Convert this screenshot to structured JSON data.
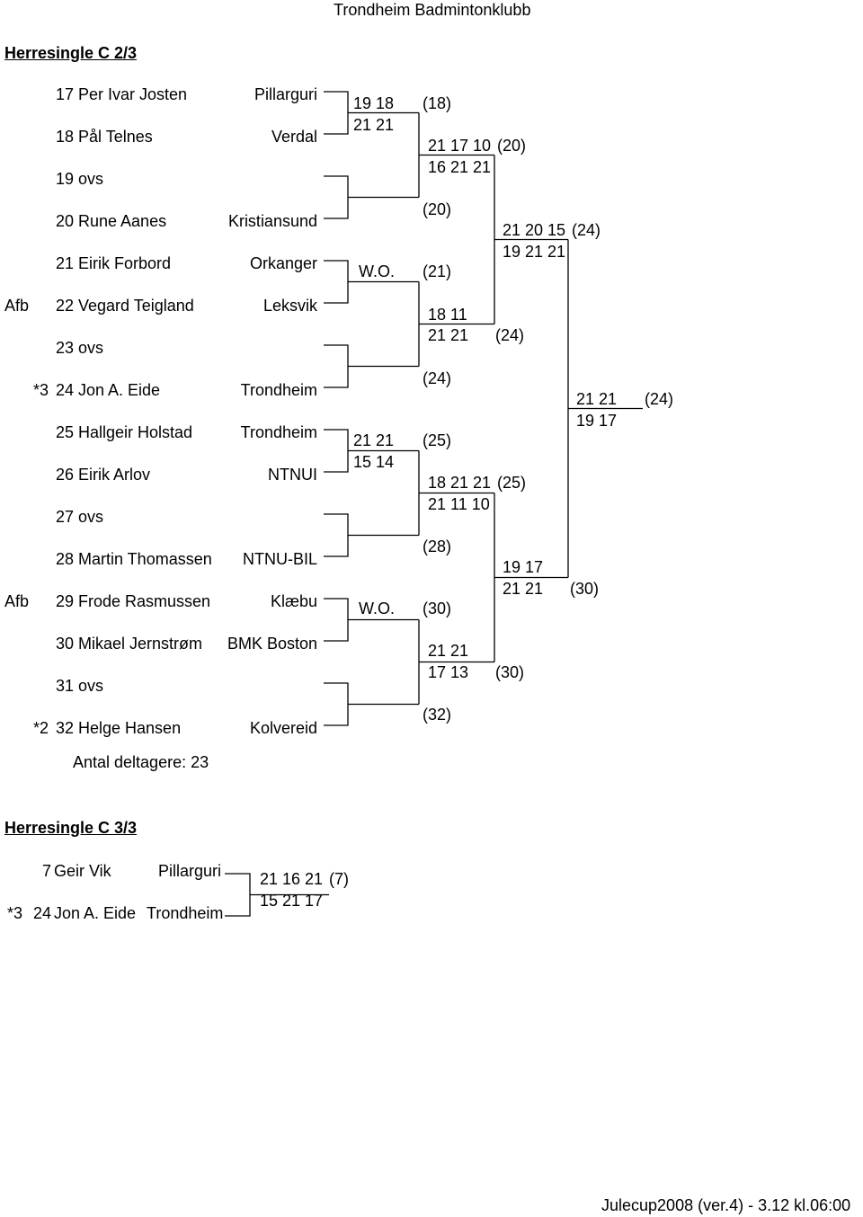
{
  "header": {
    "club": "Trondheim Badmintonklubb"
  },
  "footer": {
    "text": "Julecup2008 (ver.4) - 3.12 kl.06:00"
  },
  "section1": {
    "title": "Herresingle C 2/3",
    "players": [
      {
        "prefix": "",
        "seed": "",
        "num": "17",
        "name": "Per Ivar Josten",
        "club": "Pillarguri"
      },
      {
        "prefix": "",
        "seed": "",
        "num": "18",
        "name": "Pål Telnes",
        "club": "Verdal"
      },
      {
        "prefix": "",
        "seed": "",
        "num": "19",
        "name": "ovs",
        "club": ""
      },
      {
        "prefix": "",
        "seed": "",
        "num": "20",
        "name": "Rune Aanes",
        "club": "Kristiansund"
      },
      {
        "prefix": "",
        "seed": "",
        "num": "21",
        "name": "Eirik Forbord",
        "club": "Orkanger"
      },
      {
        "prefix": "Afb",
        "seed": "",
        "num": "22",
        "name": "Vegard Teigland",
        "club": "Leksvik"
      },
      {
        "prefix": "",
        "seed": "",
        "num": "23",
        "name": "ovs",
        "club": ""
      },
      {
        "prefix": "",
        "seed": "*3",
        "num": "24",
        "name": "Jon A. Eide",
        "club": "Trondheim"
      },
      {
        "prefix": "",
        "seed": "",
        "num": "25",
        "name": "Hallgeir Holstad",
        "club": "Trondheim"
      },
      {
        "prefix": "",
        "seed": "",
        "num": "26",
        "name": "Eirik Arlov",
        "club": "NTNUI"
      },
      {
        "prefix": "",
        "seed": "",
        "num": "27",
        "name": "ovs",
        "club": ""
      },
      {
        "prefix": "",
        "seed": "",
        "num": "28",
        "name": "Martin Thomassen",
        "club": "NTNU-BIL"
      },
      {
        "prefix": "Afb",
        "seed": "",
        "num": "29",
        "name": "Frode Rasmussen",
        "club": "Klæbu"
      },
      {
        "prefix": "",
        "seed": "",
        "num": "30",
        "name": "Mikael Jernstrøm",
        "club": "BMK Boston"
      },
      {
        "prefix": "",
        "seed": "",
        "num": "31",
        "name": "ovs",
        "club": ""
      },
      {
        "prefix": "",
        "seed": "*2",
        "num": "32",
        "name": "Helge Hansen",
        "club": "Kolvereid"
      }
    ],
    "round1": [
      {
        "score1": "19 18",
        "score2": "21 21",
        "winner": "(18)"
      },
      {
        "score1": "",
        "score2": "",
        "winner": "(20)"
      },
      {
        "score1": "W.O.",
        "score2": "",
        "winner": "(21)"
      },
      {
        "score1": "",
        "score2": "",
        "winner": "(24)"
      },
      {
        "score1": "21 21",
        "score2": "15 14",
        "winner": "(25)"
      },
      {
        "score1": "",
        "score2": "",
        "winner": "(28)"
      },
      {
        "score1": "W.O.",
        "score2": "",
        "winner": "(30)"
      },
      {
        "score1": "",
        "score2": "",
        "winner": "(32)"
      }
    ],
    "round2": [
      {
        "score1": "21 17 10",
        "score2": "16 21 21",
        "winner": "(20)"
      },
      {
        "score1": "18 11",
        "score2": "21 21",
        "winner": "(24)"
      },
      {
        "score1": "18 21 21",
        "score2": "21 11 10",
        "winner": "(25)"
      },
      {
        "score1": "21 21",
        "score2": "17 13",
        "winner": "(30)"
      }
    ],
    "round3": [
      {
        "score1": "21 20 15",
        "score2": "19 21 21",
        "winner": "(24)"
      },
      {
        "score1": "19 17",
        "score2": "21 21",
        "winner": "(30)"
      }
    ],
    "final": {
      "score1": "21 21",
      "score2": "19 17",
      "winner": "(24)"
    },
    "participants": "Antal deltagere: 23"
  },
  "section2": {
    "title": "Herresingle C 3/3",
    "players": [
      {
        "seed": "",
        "num": "7",
        "name": "Geir Vik",
        "club": "Pillarguri"
      },
      {
        "seed": "*3",
        "num": "24",
        "name": "Jon A. Eide",
        "club": "Trondheim"
      }
    ],
    "match": {
      "score1": "21 16 21",
      "score2": "15 21 17",
      "winner": "(7)"
    }
  }
}
